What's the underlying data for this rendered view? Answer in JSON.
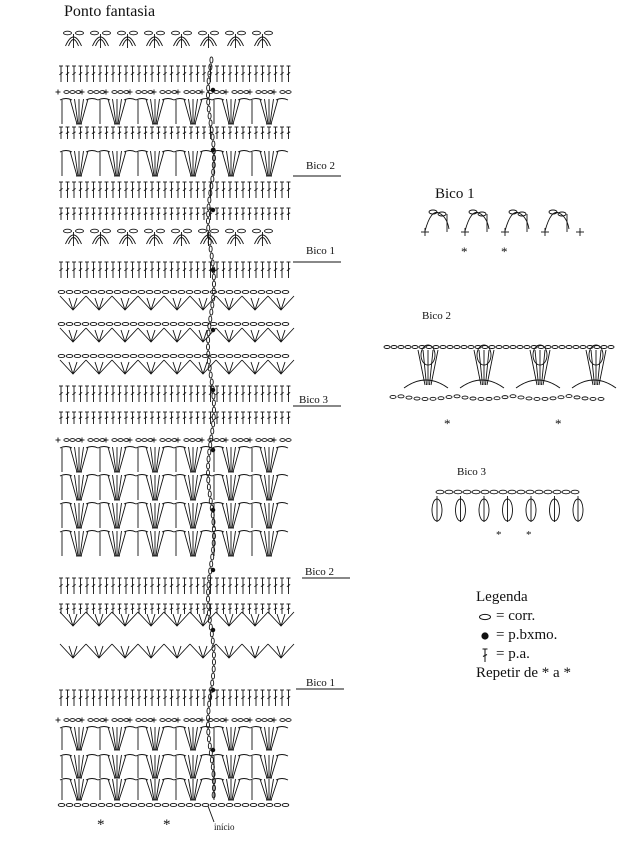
{
  "title": "Ponto fantasia",
  "row_labels": {
    "bico2_top": "Bico 2",
    "bico1_top": "Bico 1",
    "bico3": "Bico 3",
    "bico2_low": "Bico 2",
    "bico1_low": "Bico 1"
  },
  "start_label": "início",
  "repeat_marker": "*",
  "side_diagrams": {
    "bico1": "Bico 1",
    "bico2": "Bico 2",
    "bico3": "Bico 3"
  },
  "legend": {
    "title": "Legenda",
    "items": [
      {
        "symbol": "chain-oval-icon",
        "text": "= corr."
      },
      {
        "symbol": "slip-stitch-dot-icon",
        "text": "= p.bxmo."
      },
      {
        "symbol": "double-crochet-icon",
        "text": "= p.a."
      }
    ],
    "repeat_note": "Repetir de * a *"
  },
  "colors": {
    "ink": "#111111",
    "background": "#ffffff"
  }
}
